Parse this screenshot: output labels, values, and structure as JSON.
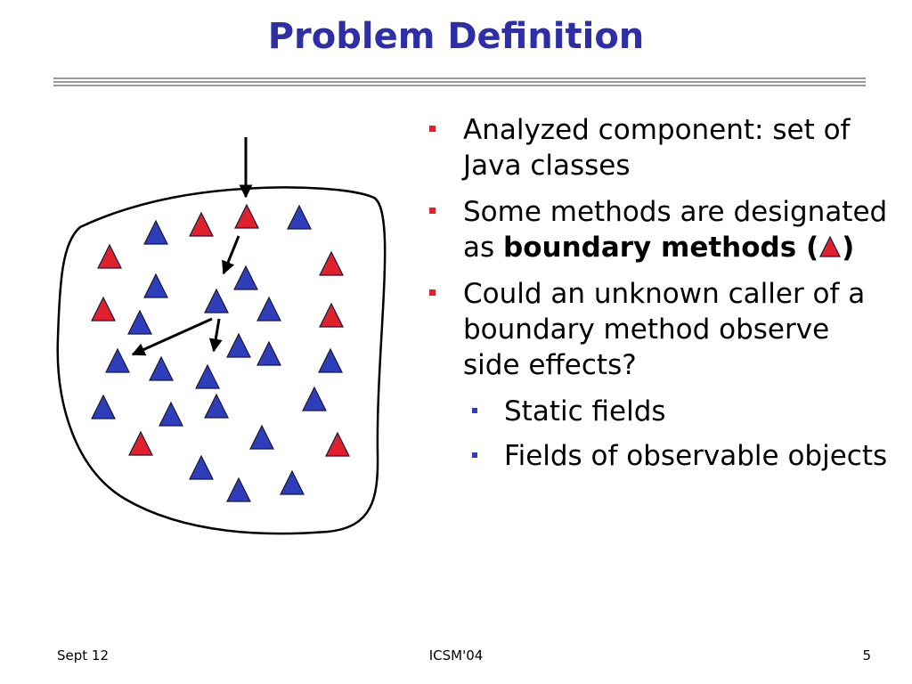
{
  "title": "Problem Definition",
  "bullets": [
    {
      "text": "Analyzed component: set of Java classes"
    },
    {
      "pre": "Some methods are designated as ",
      "bold": "boundary methods (",
      "post": ")"
    },
    {
      "text": "Could an unknown caller of a boundary method observe side effects?"
    }
  ],
  "sub_bullets": [
    {
      "text": "Static fields"
    },
    {
      "text": "Fields of observable objects"
    }
  ],
  "footer": {
    "left": "Sept 12",
    "center": "ICSM'04",
    "right": "5"
  },
  "colors": {
    "title": "#2e2ea6",
    "boundary_method": "#e0202c",
    "method": "#2e3dba",
    "bullet_main": "#e0202c",
    "bullet_sub": "#2e3dba"
  },
  "legend_icon": "red-triangle-icon"
}
